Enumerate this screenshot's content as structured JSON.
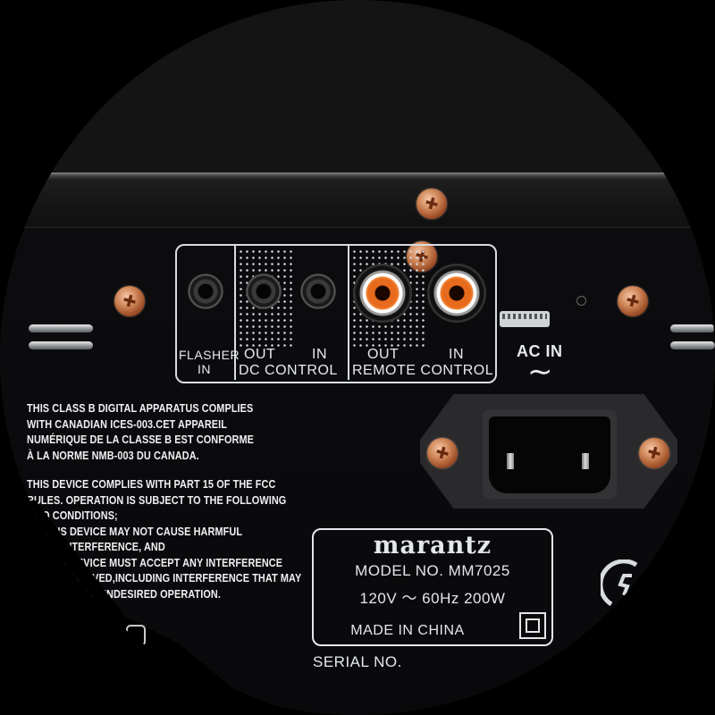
{
  "device": {
    "brand": "marantz",
    "model_line": "MODEL NO. MM7025",
    "power_line": "120V ～ 60Hz  200W",
    "origin": "MADE IN CHINA",
    "serial_label": "SERIAL NO."
  },
  "connectors": {
    "flasher": {
      "line1": "FLASHER",
      "line2": "IN"
    },
    "dc_control": {
      "out": "OUT",
      "in": "IN",
      "group": "DC CONTROL"
    },
    "remote_control": {
      "out": "OUT",
      "in": "IN",
      "group": "REMOTE CONTROL"
    },
    "ac_in": {
      "label": "AC IN",
      "symbol": "∼"
    }
  },
  "compliance": {
    "canada": [
      "THIS CLASS B DIGITAL APPARATUS COMPLIES",
      "WITH CANADIAN ICES-003.CET APPAREIL",
      "NUMÉRIQUE DE LA CLASSE B EST CONFORME",
      "À LA NORME NMB-003 DU CANADA."
    ],
    "fcc": [
      "THIS DEVICE COMPLIES WITH PART 15 OF THE FCC",
      "RULES. OPERATION IS SUBJECT TO THE FOLLOWING",
      "TWO CONDITIONS;",
      "THIS DEVICE MAY NOT CAUSE HARMFUL",
      "INTERFERENCE, AND",
      "THIS DEVICE MUST ACCEPT ANY INTERFERENCE",
      "RECEIVED,INCLUDING INTERFERENCE THAT MAY",
      "CAUSE UNDESIRED OPERATION."
    ]
  },
  "colors": {
    "rca_orange": "#e86a1c",
    "screw_copper": "#d28a5c",
    "label_white": "#e6eaec"
  }
}
